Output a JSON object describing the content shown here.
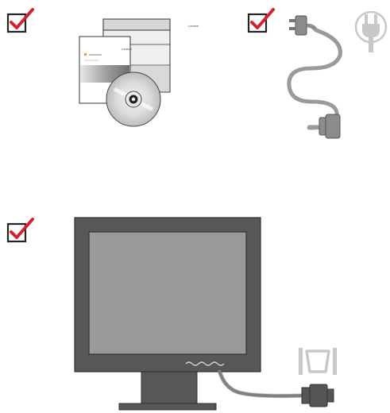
{
  "figure": {
    "checklist": [
      {
        "item": "documentation-and-cd",
        "checked": true
      },
      {
        "item": "power-cord",
        "checked": true
      },
      {
        "item": "monitor-with-signal-cable",
        "checked": true
      }
    ],
    "documentation": {
      "brand_text": "Lenovo"
    },
    "colors": {
      "check_red": "#d2232a",
      "box_border": "#222222",
      "grey_dark": "#555555",
      "grey_mid": "#9a9a9a",
      "grey_light": "#c8c8c8",
      "outline": "#333333"
    }
  }
}
